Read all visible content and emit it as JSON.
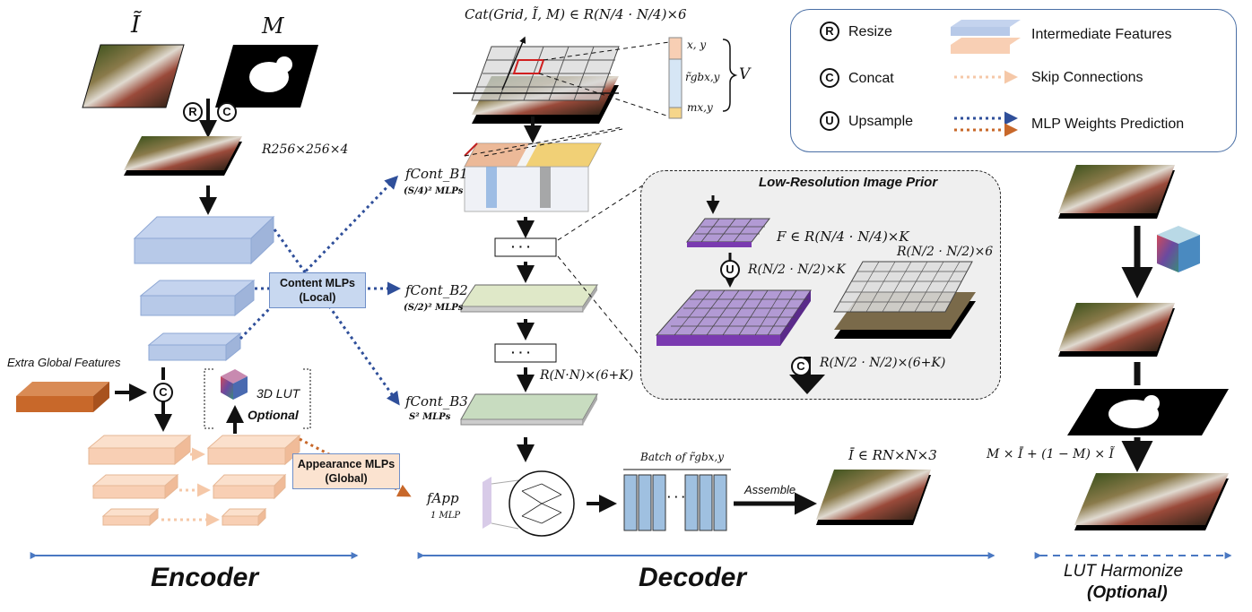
{
  "encoder": {
    "input_image_label": "Ĩ",
    "mask_label": "M",
    "resize_symbol": "R",
    "concat_symbol": "C",
    "input_dim": "R256×256×4",
    "content_mlps": "Content MLPs",
    "content_mlps_sub": "(Local)",
    "appearance_mlps": "Appearance MLPs",
    "appearance_mlps_sub": "(Global)",
    "extra_global": "Extra Global Features",
    "lut_label": "3D LUT",
    "optional": "Optional",
    "section_label": "Encoder"
  },
  "decoder": {
    "cat_formula": "Cat(Grid, Ĩ, M) ∈ R(N/4 · N/4)×6",
    "xy": "x, y",
    "rgb": "r̃gbx,y",
    "m": "mx,y",
    "v": "V",
    "f_b1": "fCont_B1",
    "f_b1_sub": "(S/4)² MLPs",
    "f_b2": "fCont_B2",
    "f_b2_sub": "(S/2)² MLPs",
    "f_b3": "fCont_B3",
    "f_b3_sub": "S² MLPs",
    "f_app": "fApp",
    "f_app_sub": "1 MLP",
    "dots": "· · ·",
    "dim_nn": "R(N·N)×(6+K)",
    "batch_of": "Batch of r̃gbx,y",
    "assemble": "Assemble",
    "output": "Ī ∈ RN×N×3",
    "section_label": "Decoder"
  },
  "prior": {
    "title": "Low-Resolution Image Prior",
    "f_dim": "F ∈ R(N/4 · N/4)×K",
    "up_symbol": "U",
    "up_dim": "R(N/2 · N/2)×K",
    "grid_dim": "R(N/2 · N/2)×6",
    "concat_symbol": "C",
    "concat_dim": "R(N/2 · N/2)×(6+K)"
  },
  "legend": {
    "resize": "Resize",
    "concat": "Concat",
    "upsample": "Upsample",
    "intermediate": "Intermediate Features",
    "skip": "Skip Connections",
    "mlp_weights": "MLP Weights Prediction"
  },
  "harmonize": {
    "formula": "M × Ī + (1 − M) × Ĩ",
    "section_label": "LUT Harmonize",
    "section_sub": "(Optional)"
  },
  "colors": {
    "blue_feature": "#b7c9e8",
    "peach_feature": "#f8cfb4",
    "orange": "#c8682a",
    "blue_dots": "#2f4f9a",
    "purple": "#a586c8",
    "axis_blue": "#4a78c2"
  }
}
